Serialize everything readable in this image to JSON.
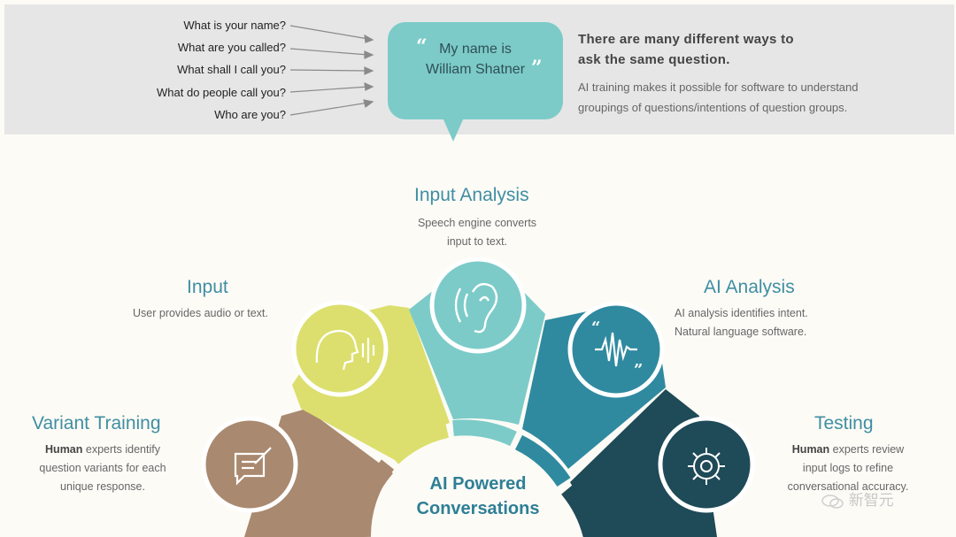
{
  "top": {
    "questions": [
      "What is your name?",
      "What are you called?",
      "What shall I call you?",
      "What do people call you?",
      "Who are you?"
    ],
    "bubble_line1": "My name is",
    "bubble_line2": "William Shatner",
    "heading_line1": "There are many different ways to",
    "heading_line2": "ask the same question.",
    "desc_line1": "AI training makes it possible for software to understand",
    "desc_line2": "groupings of questions/intentions of question groups."
  },
  "stages": {
    "variant_training": {
      "title": "Variant Training",
      "strong": "Human",
      "line1_rest": " experts identify",
      "line2": "question variants for each",
      "line3": "unique response.",
      "color": "#a9896f"
    },
    "input": {
      "title": "Input",
      "line1": "User provides audio or text.",
      "color": "#dcdf6e"
    },
    "input_analysis": {
      "title": "Input Analysis",
      "line1": "Speech engine converts",
      "line2": "input to text.",
      "color": "#7ccbc8"
    },
    "ai_analysis": {
      "title": "AI Analysis",
      "line1": "AI analysis identifies intent.",
      "line2": "Natural language software.",
      "color": "#2f8aa0"
    },
    "testing": {
      "title": "Testing",
      "strong": "Human",
      "line1_rest": " experts review",
      "line2": "input logs to refine",
      "line3": "conversational accuracy.",
      "color": "#1f4a57"
    }
  },
  "center": {
    "line1": "AI Powered",
    "line2": "Conversations"
  },
  "watermark": "新智元",
  "icons": {
    "variant_training": "speech-bubble-pencil-icon",
    "input": "head-speaking-icon",
    "input_analysis": "ear-icon",
    "ai_analysis": "waveform-quotes-icon",
    "testing": "bug-gear-icon"
  }
}
